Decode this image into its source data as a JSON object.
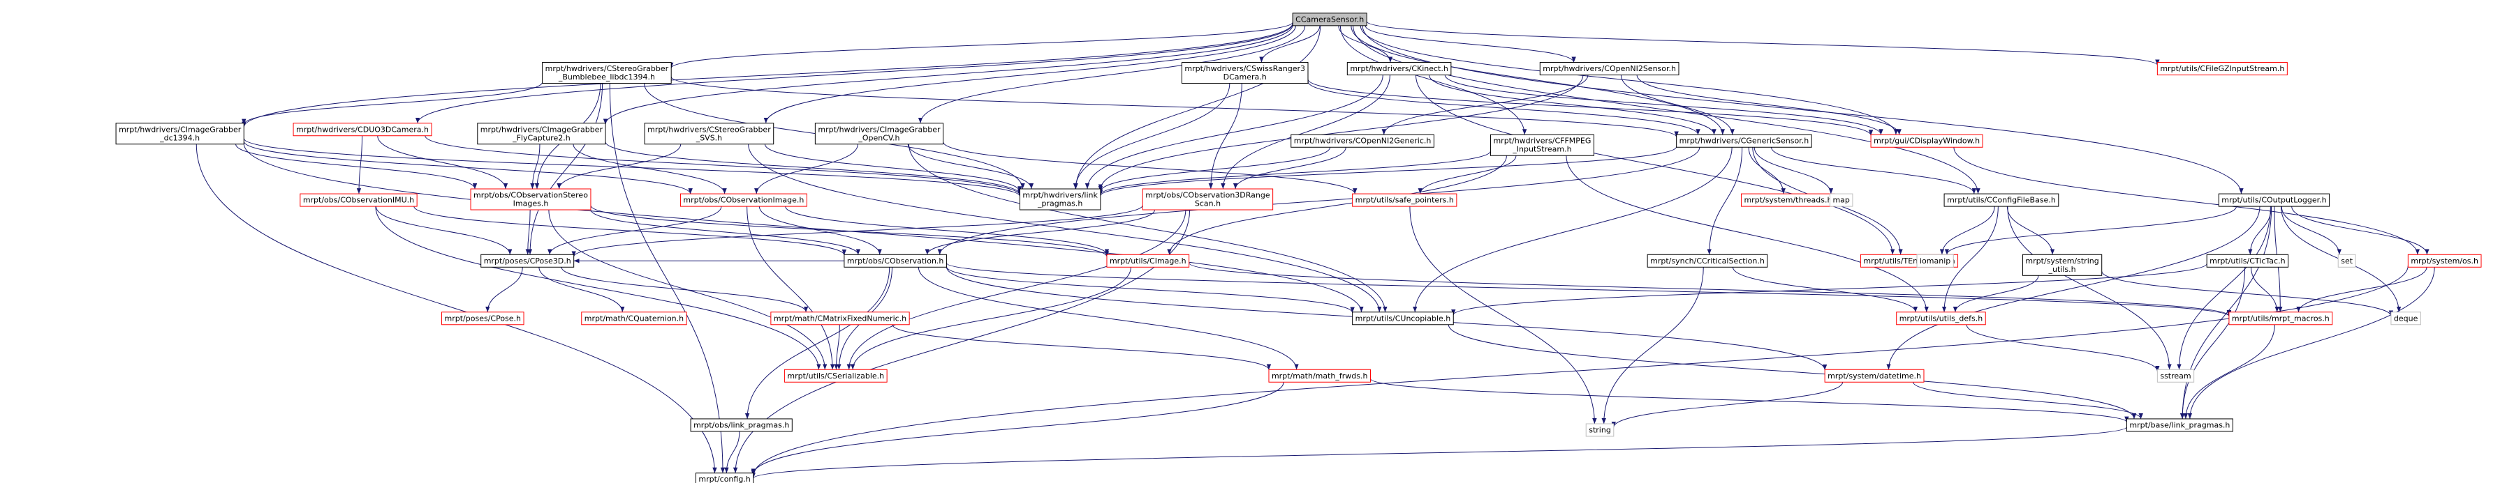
{
  "colors": {
    "edge": "#191970",
    "node_border_normal": "#000000",
    "node_border_missing": "#ff0000",
    "root_fill": "#bfbfbf",
    "node_fill": "#ffffff",
    "text": "#000000"
  },
  "nodes": [
    {
      "id": "root",
      "label": [
        "CCameraSensor.h"
      ],
      "kind": "root"
    },
    {
      "id": "bumblebee",
      "label": [
        "mrpt/hwdrivers/CStereoGrabber",
        "_Bumblebee_libdc1394.h"
      ],
      "kind": "normal"
    },
    {
      "id": "swissranger",
      "label": [
        "mrpt/hwdrivers/CSwissRanger3",
        "DCamera.h"
      ],
      "kind": "normal"
    },
    {
      "id": "ckinect",
      "label": [
        "mrpt/hwdrivers/CKinect.h"
      ],
      "kind": "normal"
    },
    {
      "id": "copenni2sensor",
      "label": [
        "mrpt/hwdrivers/COpenNI2Sensor.h"
      ],
      "kind": "normal"
    },
    {
      "id": "cfilegz",
      "label": [
        "mrpt/utils/CFileGZInputStream.h"
      ],
      "kind": "missing"
    },
    {
      "id": "dc1394",
      "label": [
        "mrpt/hwdrivers/CImageGrabber",
        "_dc1394.h"
      ],
      "kind": "normal"
    },
    {
      "id": "duo3d",
      "label": [
        "mrpt/hwdrivers/CDUO3DCamera.h"
      ],
      "kind": "missing"
    },
    {
      "id": "flycapture",
      "label": [
        "mrpt/hwdrivers/CImageGrabber",
        "_FlyCapture2.h"
      ],
      "kind": "normal"
    },
    {
      "id": "svs",
      "label": [
        "mrpt/hwdrivers/CStereoGrabber",
        "_SVS.h"
      ],
      "kind": "normal"
    },
    {
      "id": "opencv",
      "label": [
        "mrpt/hwdrivers/CImageGrabber",
        "_OpenCV.h"
      ],
      "kind": "normal"
    },
    {
      "id": "openni2generic",
      "label": [
        "mrpt/hwdrivers/COpenNI2Generic.h"
      ],
      "kind": "normal"
    },
    {
      "id": "ffmpeg",
      "label": [
        "mrpt/hwdrivers/CFFMPEG",
        "_InputStream.h"
      ],
      "kind": "normal"
    },
    {
      "id": "genericsensor",
      "label": [
        "mrpt/hwdrivers/CGenericSensor.h"
      ],
      "kind": "normal"
    },
    {
      "id": "displaywindow",
      "label": [
        "mrpt/gui/CDisplayWindow.h"
      ],
      "kind": "missing"
    },
    {
      "id": "obsimu",
      "label": [
        "mrpt/obs/CObservationIMU.h"
      ],
      "kind": "missing"
    },
    {
      "id": "obsstereo",
      "label": [
        "mrpt/obs/CObservationStereo",
        "Images.h"
      ],
      "kind": "missing"
    },
    {
      "id": "obsimage",
      "label": [
        "mrpt/obs/CObservationImage.h"
      ],
      "kind": "missing"
    },
    {
      "id": "hwlink",
      "label": [
        "mrpt/hwdrivers/link",
        "_pragmas.h"
      ],
      "kind": "normal"
    },
    {
      "id": "obs3drange",
      "label": [
        "mrpt/obs/CObservation3DRange",
        "Scan.h"
      ],
      "kind": "missing"
    },
    {
      "id": "safepointers",
      "label": [
        "mrpt/utils/safe_pointers.h"
      ],
      "kind": "missing"
    },
    {
      "id": "threads",
      "label": [
        "mrpt/system/threads.h"
      ],
      "kind": "missing"
    },
    {
      "id": "map",
      "label": [
        "map"
      ],
      "kind": "missing_gray"
    },
    {
      "id": "configfilebase",
      "label": [
        "mrpt/utils/CConfigFileBase.h"
      ],
      "kind": "normal"
    },
    {
      "id": "coutputlogger",
      "label": [
        "mrpt/utils/COutputLogger.h"
      ],
      "kind": "normal"
    },
    {
      "id": "cpose3d",
      "label": [
        "mrpt/poses/CPose3D.h"
      ],
      "kind": "normal"
    },
    {
      "id": "cobservation",
      "label": [
        "mrpt/obs/CObservation.h"
      ],
      "kind": "normal"
    },
    {
      "id": "cimage",
      "label": [
        "mrpt/utils/CImage.h"
      ],
      "kind": "missing"
    },
    {
      "id": "critsection",
      "label": [
        "mrpt/synch/CCriticalSection.h"
      ],
      "kind": "normal"
    },
    {
      "id": "tenumtype",
      "label": [
        "mrpt/utils/TEnumType.h"
      ],
      "kind": "missing"
    },
    {
      "id": "iomanip",
      "label": [
        "iomanip"
      ],
      "kind": "missing_gray"
    },
    {
      "id": "stringutils",
      "label": [
        "mrpt/system/string",
        "_utils.h"
      ],
      "kind": "normal"
    },
    {
      "id": "ctictac",
      "label": [
        "mrpt/utils/CTicTac.h"
      ],
      "kind": "normal"
    },
    {
      "id": "set",
      "label": [
        "set"
      ],
      "kind": "missing_gray"
    },
    {
      "id": "systemos",
      "label": [
        "mrpt/system/os.h"
      ],
      "kind": "missing"
    },
    {
      "id": "cpose",
      "label": [
        "mrpt/poses/CPose.h"
      ],
      "kind": "missing"
    },
    {
      "id": "cquaternion",
      "label": [
        "mrpt/math/CQuaternion.h"
      ],
      "kind": "missing"
    },
    {
      "id": "cmatrixfixed",
      "label": [
        "mrpt/math/CMatrixFixedNumeric.h"
      ],
      "kind": "missing"
    },
    {
      "id": "cuncopiable",
      "label": [
        "mrpt/utils/CUncopiable.h"
      ],
      "kind": "normal"
    },
    {
      "id": "utilsdefs",
      "label": [
        "mrpt/utils/utils_defs.h"
      ],
      "kind": "missing"
    },
    {
      "id": "mrptmacros",
      "label": [
        "mrpt/utils/mrpt_macros.h"
      ],
      "kind": "missing"
    },
    {
      "id": "deque",
      "label": [
        "deque"
      ],
      "kind": "missing_gray"
    },
    {
      "id": "cserializable",
      "label": [
        "mrpt/utils/CSerializable.h"
      ],
      "kind": "missing"
    },
    {
      "id": "mathfwds",
      "label": [
        "mrpt/math/math_frwds.h"
      ],
      "kind": "missing"
    },
    {
      "id": "datetime",
      "label": [
        "mrpt/system/datetime.h"
      ],
      "kind": "missing"
    },
    {
      "id": "sstream",
      "label": [
        "sstream"
      ],
      "kind": "missing_gray"
    },
    {
      "id": "string",
      "label": [
        "string"
      ],
      "kind": "missing_gray"
    },
    {
      "id": "obslink",
      "label": [
        "mrpt/obs/link_pragmas.h"
      ],
      "kind": "normal"
    },
    {
      "id": "baselink",
      "label": [
        "mrpt/base/link_pragmas.h"
      ],
      "kind": "normal"
    },
    {
      "id": "config",
      "label": [
        "mrpt/config.h"
      ],
      "kind": "normal"
    }
  ],
  "edges": [
    [
      "root",
      "bumblebee"
    ],
    [
      "root",
      "swissranger"
    ],
    [
      "root",
      "ckinect"
    ],
    [
      "root",
      "copenni2sensor"
    ],
    [
      "root",
      "cfilegz"
    ],
    [
      "root",
      "dc1394"
    ],
    [
      "root",
      "duo3d"
    ],
    [
      "root",
      "flycapture"
    ],
    [
      "root",
      "svs"
    ],
    [
      "root",
      "opencv"
    ],
    [
      "root",
      "ffmpeg"
    ],
    [
      "root",
      "genericsensor"
    ],
    [
      "root",
      "displaywindow"
    ],
    [
      "root",
      "hwlink"
    ],
    [
      "root",
      "configfilebase"
    ],
    [
      "root",
      "coutputlogger"
    ],
    [
      "bumblebee",
      "dc1394"
    ],
    [
      "bumblebee",
      "obsstereo"
    ],
    [
      "bumblebee",
      "hwlink"
    ],
    [
      "bumblebee",
      "cpose3d"
    ],
    [
      "bumblebee",
      "config"
    ],
    [
      "bumblebee",
      "genericsensor"
    ],
    [
      "swissranger",
      "obs3drange"
    ],
    [
      "swissranger",
      "hwlink"
    ],
    [
      "swissranger",
      "genericsensor"
    ],
    [
      "swissranger",
      "displaywindow"
    ],
    [
      "ckinect",
      "obs3drange"
    ],
    [
      "ckinect",
      "hwlink"
    ],
    [
      "ckinect",
      "genericsensor"
    ],
    [
      "ckinect",
      "displaywindow"
    ],
    [
      "ckinect",
      "tenumtype"
    ],
    [
      "copenni2sensor",
      "openni2generic"
    ],
    [
      "copenni2sensor",
      "genericsensor"
    ],
    [
      "copenni2sensor",
      "displaywindow"
    ],
    [
      "copenni2sensor",
      "hwlink"
    ],
    [
      "dc1394",
      "obsimage"
    ],
    [
      "dc1394",
      "obsstereo"
    ],
    [
      "dc1394",
      "hwlink"
    ],
    [
      "dc1394",
      "cuncopiable"
    ],
    [
      "dc1394",
      "config"
    ],
    [
      "duo3d",
      "obsimu"
    ],
    [
      "duo3d",
      "obsstereo"
    ],
    [
      "duo3d",
      "hwlink"
    ],
    [
      "flycapture",
      "obsimage"
    ],
    [
      "flycapture",
      "obsstereo"
    ],
    [
      "flycapture",
      "hwlink"
    ],
    [
      "svs",
      "obsstereo"
    ],
    [
      "svs",
      "hwlink"
    ],
    [
      "svs",
      "cuncopiable"
    ],
    [
      "opencv",
      "obsimage"
    ],
    [
      "opencv",
      "hwlink"
    ],
    [
      "opencv",
      "cuncopiable"
    ],
    [
      "opencv",
      "safepointers"
    ],
    [
      "openni2generic",
      "obs3drange"
    ],
    [
      "openni2generic",
      "hwlink"
    ],
    [
      "ffmpeg",
      "cimage"
    ],
    [
      "ffmpeg",
      "hwlink"
    ],
    [
      "ffmpeg",
      "safepointers"
    ],
    [
      "ffmpeg",
      "utilsdefs"
    ],
    [
      "genericsensor",
      "threads"
    ],
    [
      "genericsensor",
      "map"
    ],
    [
      "genericsensor",
      "configfilebase"
    ],
    [
      "genericsensor",
      "cobservation"
    ],
    [
      "genericsensor",
      "critsection"
    ],
    [
      "genericsensor",
      "tenumtype"
    ],
    [
      "genericsensor",
      "cuncopiable"
    ],
    [
      "genericsensor",
      "hwlink"
    ],
    [
      "displaywindow",
      "systemos"
    ],
    [
      "obsimu",
      "cobservation"
    ],
    [
      "obsimu",
      "cpose3d"
    ],
    [
      "obsimu",
      "cserializable"
    ],
    [
      "obsstereo",
      "cobservation"
    ],
    [
      "obsstereo",
      "cimage"
    ],
    [
      "obsstereo",
      "cpose3d"
    ],
    [
      "obsstereo",
      "cserializable"
    ],
    [
      "obsimage",
      "cobservation"
    ],
    [
      "obsimage",
      "cimage"
    ],
    [
      "obsimage",
      "cpose3d"
    ],
    [
      "obsimage",
      "cserializable"
    ],
    [
      "obs3drange",
      "cobservation"
    ],
    [
      "obs3drange",
      "cserializable"
    ],
    [
      "obs3drange",
      "config"
    ],
    [
      "obs3drange",
      "cpose3d"
    ],
    [
      "safepointers",
      "string"
    ],
    [
      "configfilebase",
      "utilsdefs"
    ],
    [
      "configfilebase",
      "iomanip"
    ],
    [
      "configfilebase",
      "stringutils"
    ],
    [
      "configfilebase",
      "sstream"
    ],
    [
      "coutputlogger",
      "systemos"
    ],
    [
      "coutputlogger",
      "ctictac"
    ],
    [
      "coutputlogger",
      "set"
    ],
    [
      "coutputlogger",
      "deque"
    ],
    [
      "coutputlogger",
      "datetime"
    ],
    [
      "coutputlogger",
      "mrptmacros"
    ],
    [
      "coutputlogger",
      "tenumtype"
    ],
    [
      "coutputlogger",
      "sstream"
    ],
    [
      "coutputlogger",
      "baselink"
    ],
    [
      "cpose3d",
      "cpose"
    ],
    [
      "cpose3d",
      "cquaternion"
    ],
    [
      "cpose3d",
      "cmatrixfixed"
    ],
    [
      "cobservation",
      "cpose3d"
    ],
    [
      "cobservation",
      "cserializable"
    ],
    [
      "cobservation",
      "cuncopiable"
    ],
    [
      "cobservation",
      "mathfwds"
    ],
    [
      "cobservation",
      "datetime"
    ],
    [
      "cobservation",
      "obslink"
    ],
    [
      "cobservation",
      "mrptmacros"
    ],
    [
      "cimage",
      "cserializable"
    ],
    [
      "cimage",
      "mrptmacros"
    ],
    [
      "critsection",
      "string"
    ],
    [
      "critsection",
      "utilsdefs"
    ],
    [
      "stringutils",
      "utilsdefs"
    ],
    [
      "stringutils",
      "deque"
    ],
    [
      "ctictac",
      "cuncopiable"
    ],
    [
      "ctictac",
      "mrptmacros"
    ],
    [
      "ctictac",
      "baselink"
    ],
    [
      "systemos",
      "mrptmacros"
    ],
    [
      "systemos",
      "baselink"
    ],
    [
      "systemos",
      "config"
    ],
    [
      "cmatrixfixed",
      "cserializable"
    ],
    [
      "cmatrixfixed",
      "mathfwds"
    ],
    [
      "cuncopiable",
      "baselink"
    ],
    [
      "utilsdefs",
      "sstream"
    ],
    [
      "mrptmacros",
      "baselink"
    ],
    [
      "mathfwds",
      "config"
    ],
    [
      "mathfwds",
      "baselink"
    ],
    [
      "datetime",
      "string"
    ],
    [
      "datetime",
      "baselink"
    ],
    [
      "obslink",
      "config"
    ],
    [
      "baselink",
      "config"
    ]
  ]
}
